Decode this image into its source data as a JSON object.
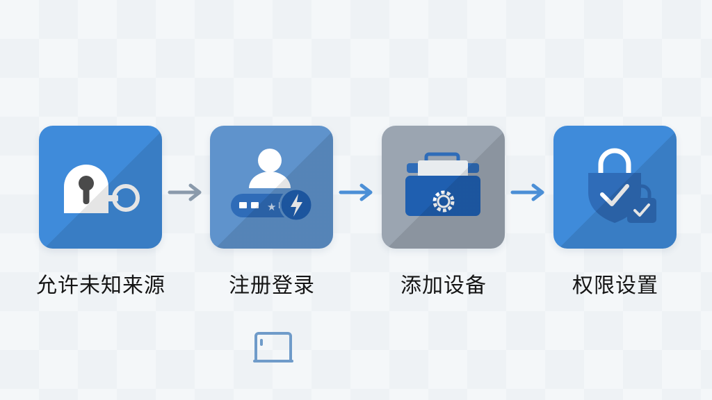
{
  "steps": [
    {
      "label": "允许未知来源",
      "icon": "padlock-key-icon",
      "color": "#3f8bda"
    },
    {
      "label": "注册登录",
      "icon": "user-login-icon",
      "color": "#5f93cc"
    },
    {
      "label": "添加设备",
      "icon": "toolbox-gear-icon",
      "color": "#9ba5b1"
    },
    {
      "label": "权限设置",
      "icon": "shield-lock-check-icon",
      "color": "#3f8bda"
    }
  ],
  "arrow_colors": [
    "#8a9aab",
    "#4b8fd6",
    "#4b8fd6"
  ],
  "extra_icon": "window-frame-icon"
}
